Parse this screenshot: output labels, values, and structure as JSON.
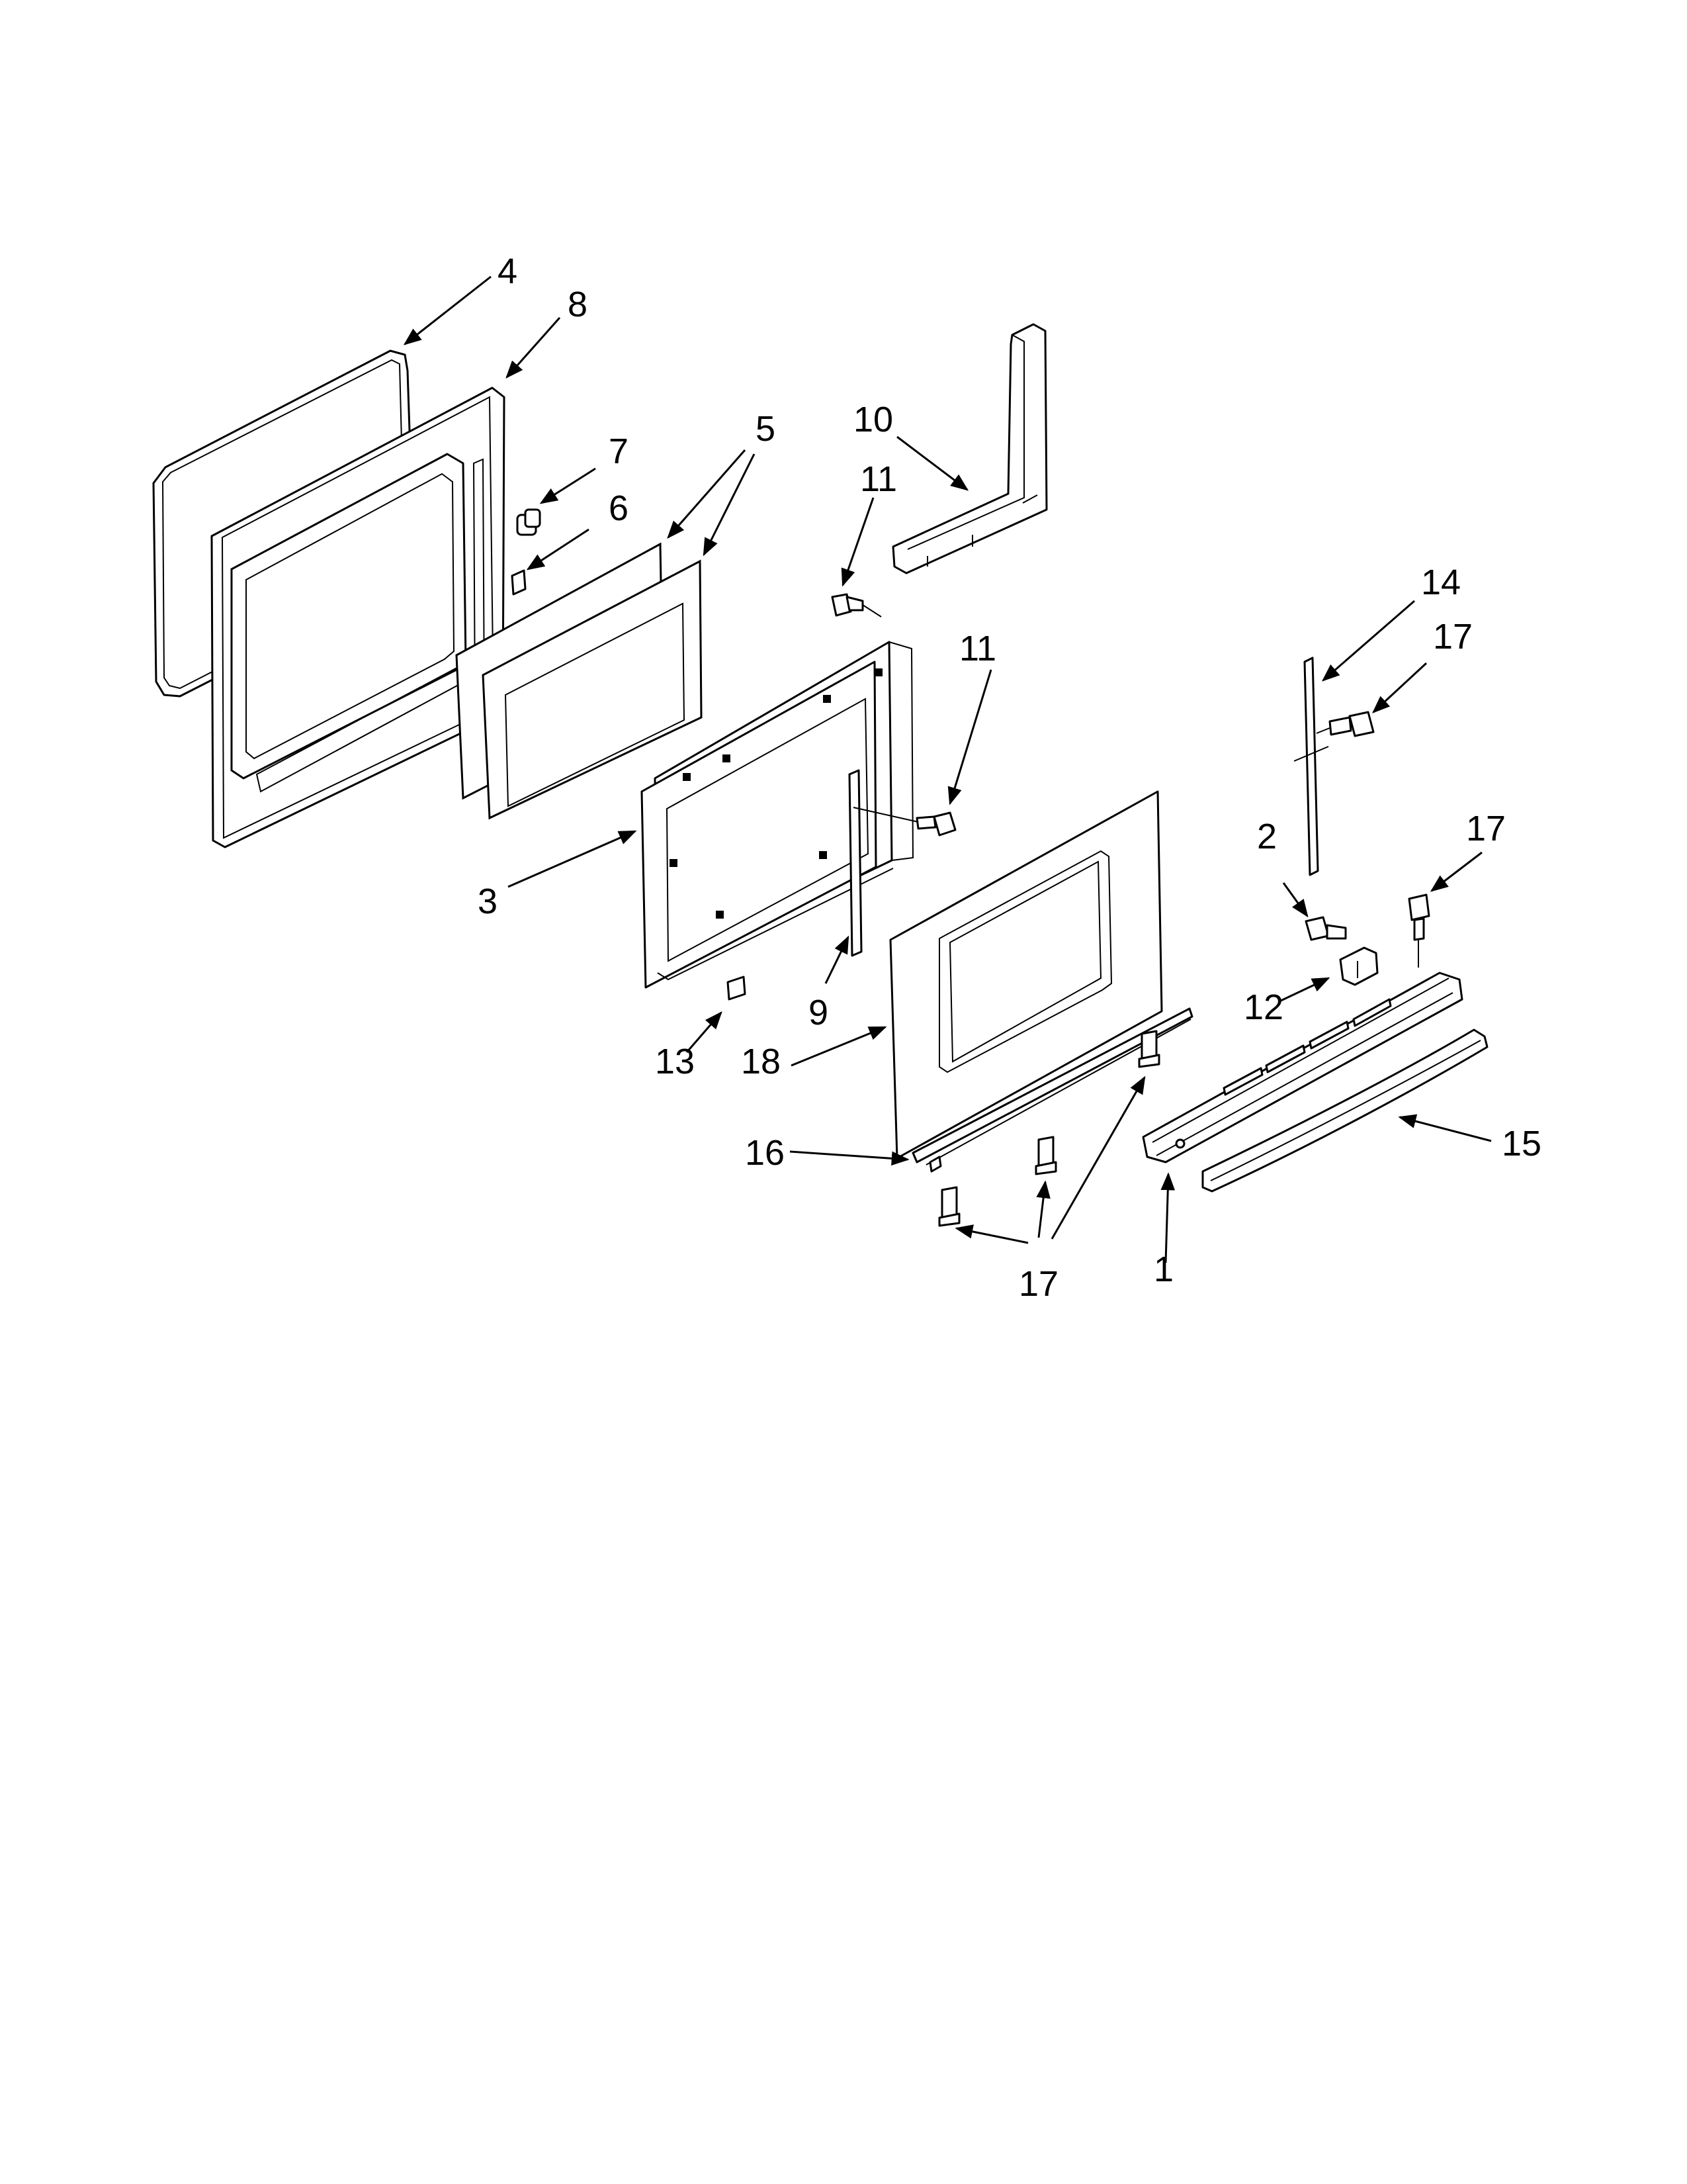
{
  "callouts": {
    "c1": "1",
    "c2": "2",
    "c3": "3",
    "c4": "4",
    "c5": "5",
    "c6": "6",
    "c7": "7",
    "c8": "8",
    "c9": "9",
    "c10": "10",
    "c11a": "11",
    "c11b": "11",
    "c12": "12",
    "c13": "13",
    "c14": "14",
    "c15": "15",
    "c16": "16",
    "c17a": "17",
    "c17b": "17",
    "c17c": "17",
    "c18": "18"
  },
  "colors": {
    "line": "#000000",
    "background": "#ffffff"
  }
}
